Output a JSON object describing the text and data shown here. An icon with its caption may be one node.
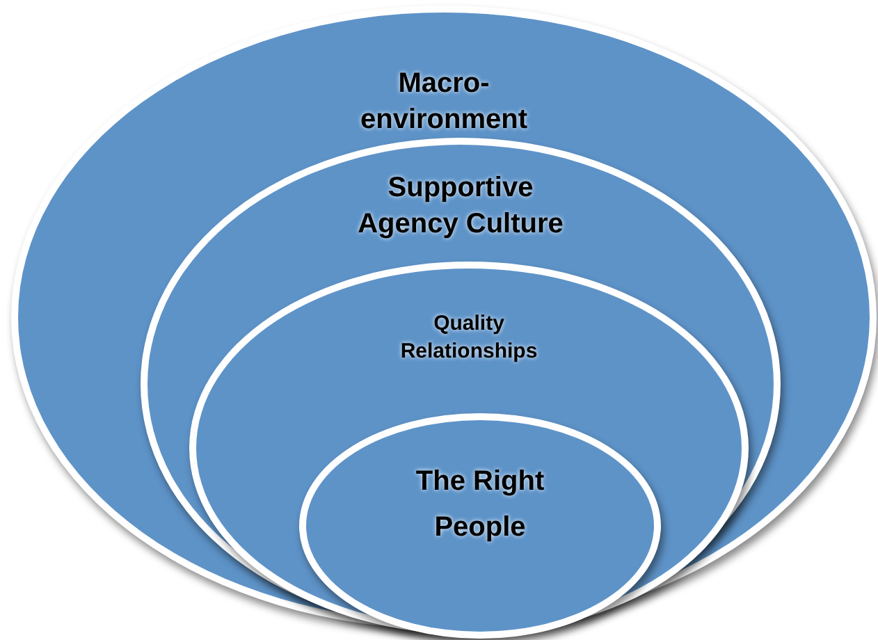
{
  "diagram": {
    "nodes": [
      {
        "text": [
          "Macro-environment"
        ]
      },
      {
        "text": [
          "Supportive Agency Culture"
        ],
        "in": 0
      },
      {
        "text": [
          "Quality Relationships"
        ],
        "in": 1
      },
      {
        "text": [
          "The Right People"
        ],
        "in": 2
      }
    ]
  }
}
